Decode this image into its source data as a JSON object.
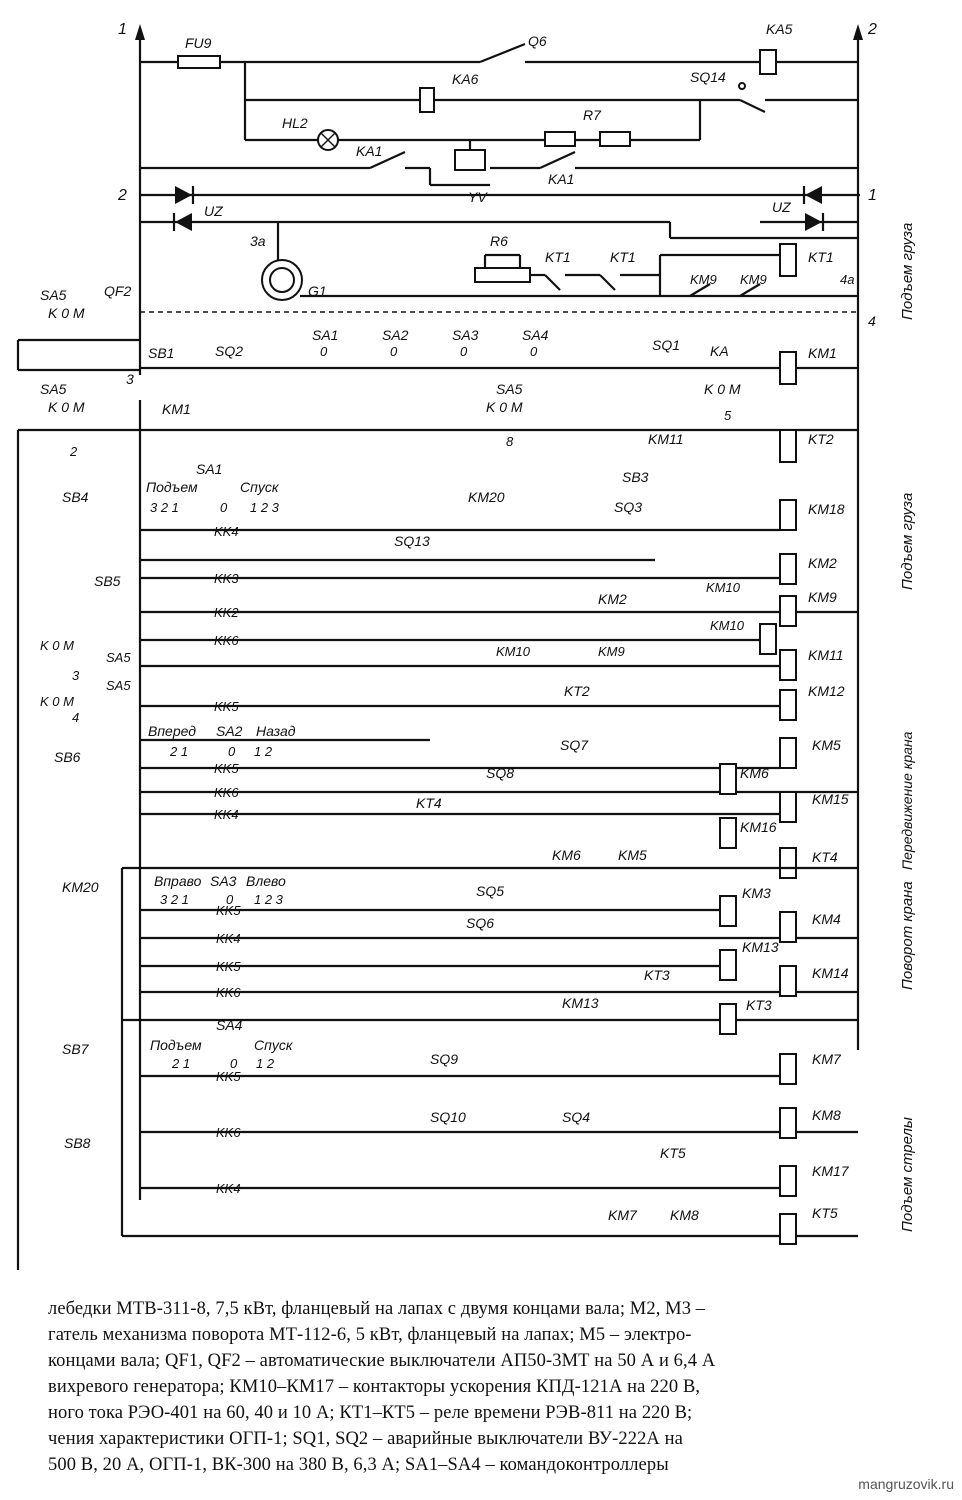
{
  "labels": {
    "bus1": "1",
    "bus2": "2",
    "fu9": "FU9",
    "q6": "Q6",
    "ka5": "KA5",
    "ka6": "KA6",
    "sq14": "SQ14",
    "hl2": "HL2",
    "r7": "R7",
    "ka1a": "KA1",
    "ka1b": "KA1",
    "yv": "YV",
    "side2": "2",
    "side1": "1",
    "uz1": "UZ",
    "uz2": "UZ",
    "n3a": "3a",
    "r6": "R6",
    "kt1a": "KT1",
    "kt1b": "KT1",
    "kt1coil": "KT1",
    "km9a": "KM9",
    "km9b": "KM9",
    "n4a": "4a",
    "g1": "G1",
    "n4": "4",
    "sa5a": "SA5",
    "qf2": "QF2",
    "kom1": "K  0  M",
    "sb1": "SB1",
    "sq2": "SQ2",
    "n3": "3",
    "sa1": "SA1",
    "sa2": "SA2",
    "sa3": "SA3",
    "sa4": "SA4",
    "z1": "0",
    "z2": "0",
    "z3": "0",
    "z4": "0",
    "sq1": "SQ1",
    "ka": "KA",
    "km1coil": "KM1",
    "sa5b": "SA5",
    "kom2": "K  0  M",
    "n2": "2",
    "km1": "KM1",
    "sa5c": "SA5",
    "kom3": "K  0  M",
    "n8": "8",
    "kom4": "K  0  M",
    "n5": "5",
    "km11": "KM11",
    "kt2coil": "KT2",
    "sa1h": "SA1",
    "up": "Подъем",
    "down": "Спуск",
    "p321": "3 2 1",
    "p0": "0",
    "p123": "1 2 3",
    "sb4": "SB4",
    "sb5": "SB5",
    "km20a": "KM20",
    "sb3": "SB3",
    "sq3": "SQ3",
    "km18": "KM18",
    "sq13": "SQ13",
    "kk4": "KK4",
    "kk3": "KK3",
    "kk2": "KK2",
    "kk6": "KK6",
    "kk5": "KK5",
    "km2coil": "KM2",
    "km2": "KM2",
    "km10a": "KM10",
    "km9coil": "KM9",
    "km10coil": "KM10",
    "sa5d": "SA5",
    "sa5e": "SA5",
    "kom5": "K  0  M",
    "n3b": "3",
    "kom6": "K  0  M",
    "n4b": "4",
    "km10b": "KM10",
    "km9c": "KM9",
    "km11coil": "KM11",
    "kt2": "KT2",
    "km12coil": "KM12",
    "fwd": "Вперед",
    "sa2h": "SA2",
    "back": "Назад",
    "p21": "2 1",
    "p0b": "0",
    "p12": "1 2",
    "sb6": "SB6",
    "kk5b": "KK5",
    "kk6b": "KK6",
    "kk4b": "KK4",
    "sq7": "SQ7",
    "sq8": "SQ8",
    "kt4": "KT4",
    "km5coil": "KM5",
    "km6coil": "KM6",
    "km15coil": "KM15",
    "km16coil": "KM16",
    "km6": "KM6",
    "km5": "KM5",
    "kt4coil": "KT4",
    "km20b": "KM20",
    "right": "Вправо",
    "sa3h": "SA3",
    "left": "Влево",
    "p321b": "3 2 1",
    "p0c": "0",
    "p123b": "1 2 3",
    "kk5c": "KK5",
    "kk4c": "KK4",
    "kk5d": "KK5",
    "kk6c": "KK6",
    "sq5": "SQ5",
    "sq6": "SQ6",
    "km3coil": "KM3",
    "km4coil": "KM4",
    "km13coil": "KM13",
    "kt3": "KT3",
    "km14coil": "KM14",
    "km13": "KM13",
    "kt3coil": "KT3",
    "sa4h": "SA4",
    "up2": "Подъем",
    "down2": "Спуск",
    "p21b": "2 1",
    "p0d": "0",
    "p12b": "1 2",
    "sb7": "SB7",
    "sb8": "SB8",
    "kk5e": "KK5",
    "kk6d": "KK6",
    "kk4d": "KK4",
    "sq9": "SQ9",
    "sq10": "SQ10",
    "sq4": "SQ4",
    "kt5": "KT5",
    "km7coil": "KM7",
    "km8coil": "KM8",
    "km17coil": "KM17",
    "km7": "KM7",
    "km8": "KM8",
    "kt5coil": "KT5",
    "side_hoist1": "Подъем груза",
    "side_hoist2": "Подъем груза",
    "side_travel": "Передвижение крана",
    "side_slew": "Поворот крана",
    "side_boom": "Подъем стрелы"
  },
  "caption": [
    "лебедки МТВ-311-8, 7,5 кВт, фланцевый на лапах с двумя концами вала; М2, М3 –",
    "гатель механизма поворота МТ-112-6, 5 кВт, фланцевый на лапах; М5 – электро-",
    "концами вала; QF1, QF2 – автоматические выключатели АП50-3МТ на 50 А и 6,4 А",
    "вихревого генератора; КМ10–КМ17 – контакторы ускорения КПД-121А на 220 В,",
    "ного тока РЭО-401 на 60, 40 и 10 А; КТ1–КТ5 – реле времени РЭВ-811 на 220 В;",
    "чения характеристики ОГП-1; SQ1, SQ2 – аварийные выключатели ВУ-222А на",
    "500 В, 20 А, ОГП-1, ВК-300 на 380 В, 6,3 А; SA1–SA4 – командоконтроллеры"
  ],
  "watermark": "mangruzovik.ru"
}
